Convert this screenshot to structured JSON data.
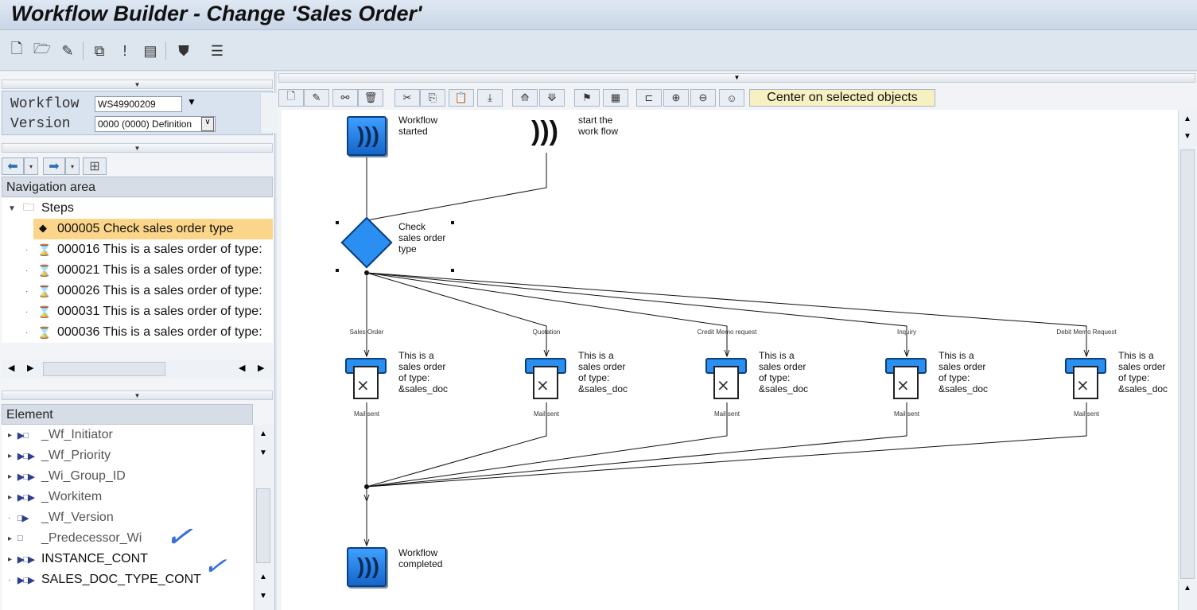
{
  "window": {
    "title": "Workflow Builder - Change 'Sales Order'"
  },
  "toolbar": {
    "icons": [
      "new-icon",
      "open-icon",
      "edit-icon",
      "steps-icon",
      "magic-icon",
      "binding-icon",
      "stamp-icon",
      "list-icon"
    ]
  },
  "header": {
    "workflow_label": "Workflow",
    "workflow_value": "WS49900209",
    "version_label": "Version",
    "version_value": "0000 (0000) Definition"
  },
  "navigation": {
    "title": "Navigation area",
    "root": "Steps",
    "steps": [
      {
        "id": "000005",
        "label": "000005 Check sales order type",
        "selected": true
      },
      {
        "id": "000016",
        "label": "000016 This is a sales order of type:"
      },
      {
        "id": "000021",
        "label": "000021 This is a sales order of type:"
      },
      {
        "id": "000026",
        "label": "000026 This is a sales order of type:"
      },
      {
        "id": "000031",
        "label": "000031 This is a sales order of type:"
      },
      {
        "id": "000036",
        "label": "000036 This is a sales order of type:"
      }
    ]
  },
  "elements": {
    "title": "Element",
    "items": [
      {
        "label": "_Wf_Initiator",
        "grey": true
      },
      {
        "label": "_Wf_Priority",
        "grey": true
      },
      {
        "label": "_Wi_Group_ID",
        "grey": true
      },
      {
        "label": "_Workitem",
        "grey": true
      },
      {
        "label": "_Wf_Version",
        "grey": true
      },
      {
        "label": "_Predecessor_Wi",
        "grey": true
      },
      {
        "label": "INSTANCE_CONT",
        "grey": false
      },
      {
        "label": "SALES_DOC_TYPE_CONT",
        "grey": false
      }
    ]
  },
  "graphic": {
    "center_button": "Center on selected objects",
    "start_node": {
      "line1": "Workflow",
      "line2": "started"
    },
    "event_node": {
      "line1": "start the",
      "line2": "work flow"
    },
    "decision_node": {
      "line1": "Check",
      "line2": "sales order",
      "line3": "type"
    },
    "branches": [
      {
        "outcome": "Sales Order",
        "line1": "This is a",
        "line2": "sales order",
        "line3": "of type:",
        "line4": "&sales_doc",
        "result": "Mail sent"
      },
      {
        "outcome": "Quotation",
        "line1": "This is a",
        "line2": "sales order",
        "line3": "of type:",
        "line4": "&sales_doc",
        "result": "Mail sent"
      },
      {
        "outcome": "Credit Memo request",
        "line1": "This is a",
        "line2": "sales order",
        "line3": "of type:",
        "line4": "&sales_doc",
        "result": "Mail sent"
      },
      {
        "outcome": "Inquiry",
        "line1": "This is a",
        "line2": "sales order",
        "line3": "of type:",
        "line4": "&sales_doc",
        "result": "Mail sent"
      },
      {
        "outcome": "Debit Memo Request",
        "line1": "This is a",
        "line2": "sales order",
        "line3": "of type:",
        "line4": "&sales_doc",
        "result": "Mail sent"
      }
    ],
    "end_node": {
      "line1": "Workflow",
      "line2": "completed"
    }
  },
  "colors": {
    "selection": "#fbd58a",
    "accent_blue": "#1f7ae0",
    "annotation_check": "#3a6fd9"
  }
}
